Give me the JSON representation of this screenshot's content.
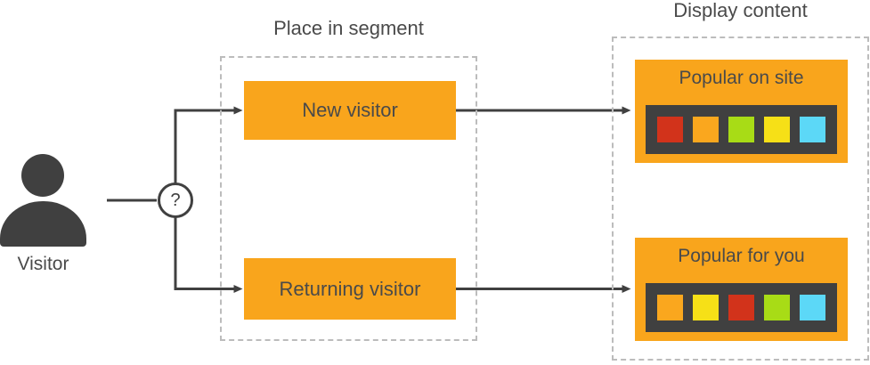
{
  "palette": {
    "orange": "#f9a51c",
    "dark_gray": "#404040",
    "text_gray": "#4a4a4a",
    "dashed_border": "#bcbcbc",
    "background": "#ffffff"
  },
  "visitor": {
    "label": "Visitor",
    "icon": "person-icon"
  },
  "decision": {
    "symbol": "?"
  },
  "segment_group": {
    "title": "Place in segment",
    "boxes": [
      {
        "label": "New visitor"
      },
      {
        "label": "Returning visitor"
      }
    ]
  },
  "display_group": {
    "title": "Display content",
    "cards": [
      {
        "label": "Popular on site",
        "squares": [
          "#d2331b",
          "#faa71e",
          "#a8dc16",
          "#f6e017",
          "#5cd8f7"
        ]
      },
      {
        "label": "Popular for you",
        "squares": [
          "#faa71e",
          "#f6e017",
          "#d2331b",
          "#a8dc16",
          "#5cd8f7"
        ]
      }
    ]
  }
}
